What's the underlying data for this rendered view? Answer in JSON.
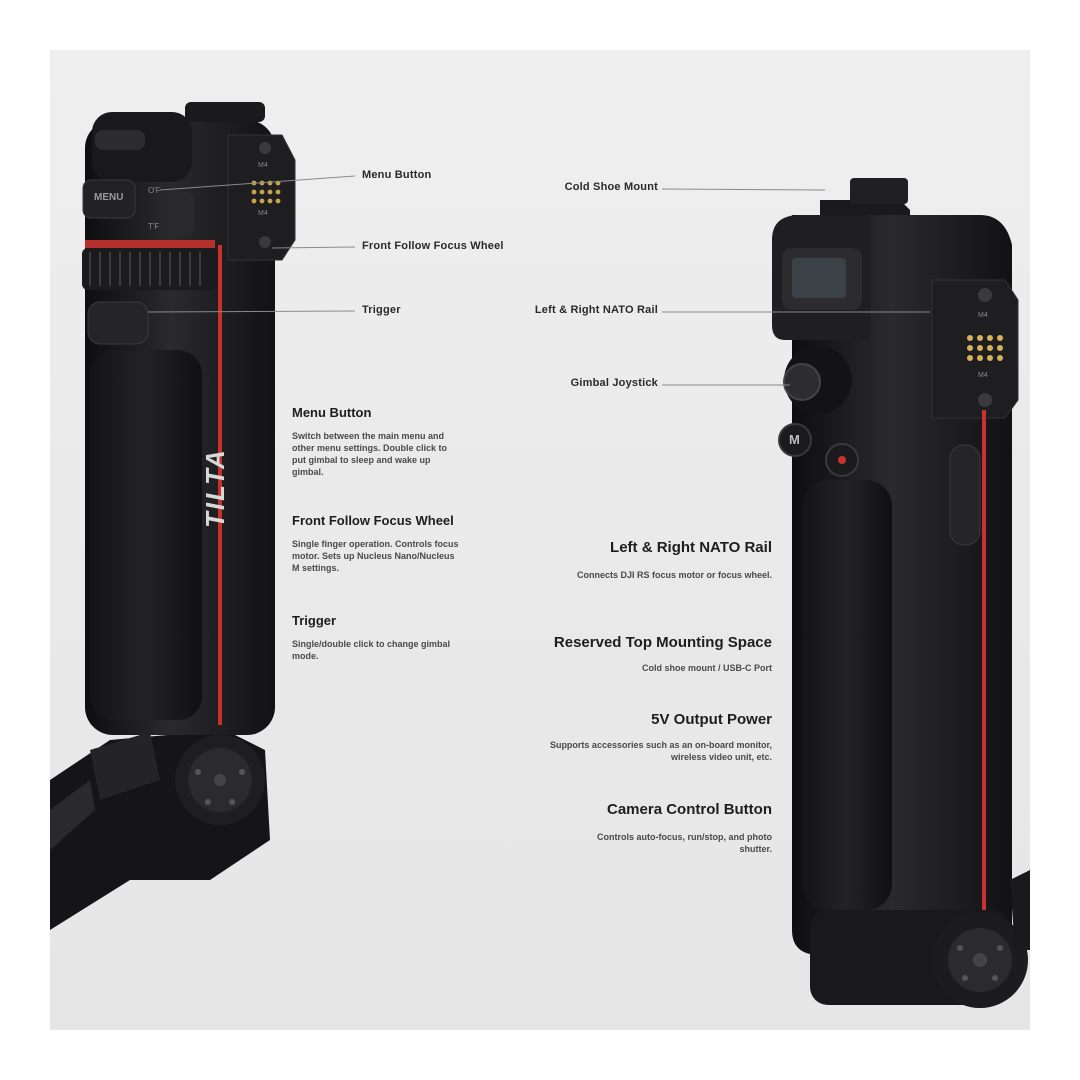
{
  "left_callouts": {
    "menu_button": "Menu Button",
    "front_follow_focus_wheel": "Front Follow Focus Wheel",
    "trigger": "Trigger"
  },
  "right_callouts": {
    "cold_shoe_mount": "Cold Shoe Mount",
    "left_right_nato_rail": "Left & Right NATO Rail",
    "gimbal_joystick": "Gimbal Joystick"
  },
  "left_features": [
    {
      "title": "Menu Button",
      "description": "Switch between the main menu and other menu settings. Double click to put gimbal to sleep and wake up gimbal."
    },
    {
      "title": "Front Follow Focus Wheel",
      "description": "Single finger operation. Controls focus motor. Sets up Nucleus Nano/Nucleus M settings."
    },
    {
      "title": "Trigger",
      "description": "Single/double click to change gimbal mode."
    }
  ],
  "right_features": [
    {
      "title": "Left & Right NATO Rail",
      "description": "Connects DJI RS focus motor or focus wheel."
    },
    {
      "title": "Reserved Top Mounting Space",
      "description": "Cold shoe mount / USB-C Port"
    },
    {
      "title": "5V Output Power",
      "description": "Supports accessories such as an on-board monitor, wireless video unit, etc."
    },
    {
      "title": "Camera Control Button",
      "description": "Controls auto-focus, run/stop, and photo shutter."
    }
  ],
  "device_markings": {
    "brand": "TILTA",
    "menu_label": "MENU",
    "m_button": "M",
    "port_label_top": "M4",
    "port_label_bottom": "M4",
    "lever_top": "O'F",
    "lever_bottom": "T'F"
  },
  "colors": {
    "background": "#e9e9e9",
    "device_body": "#1c1c1e",
    "accent_stripe": "#c8322c"
  }
}
